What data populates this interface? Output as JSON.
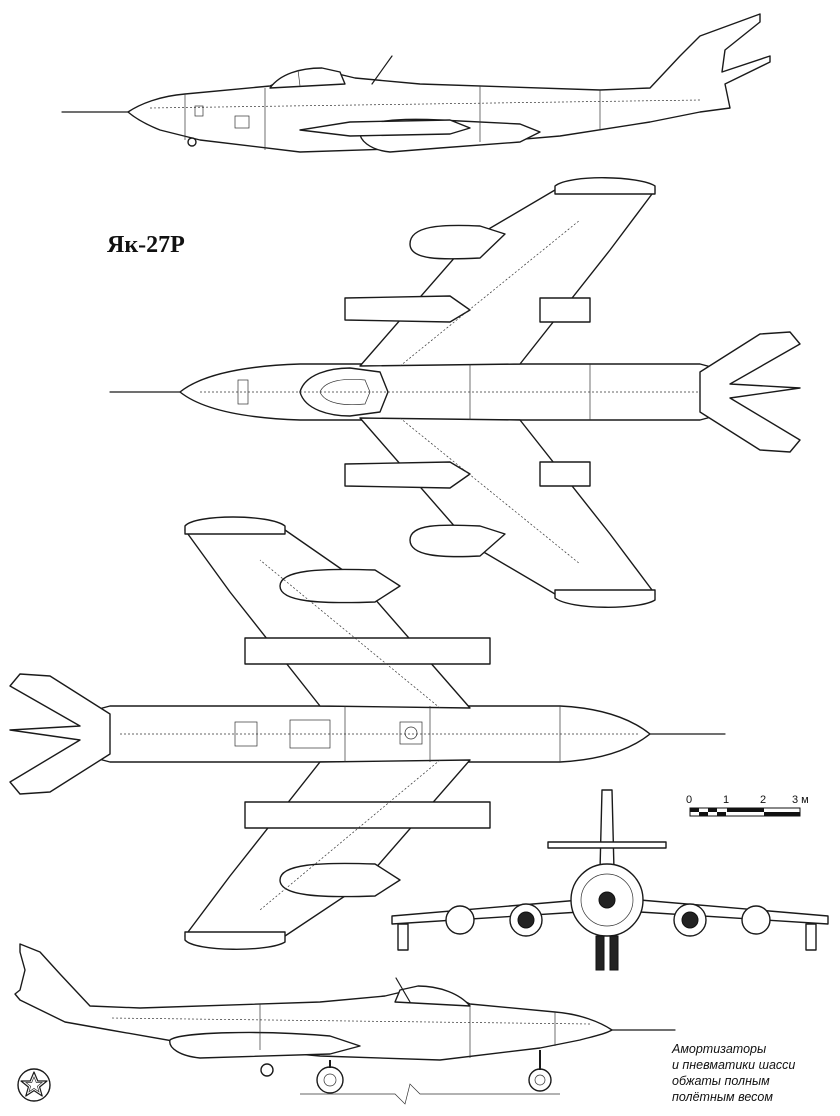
{
  "title": "Як-27Р",
  "scale_bar": {
    "labels": [
      "0",
      "1",
      "2",
      "3 м"
    ]
  },
  "note": {
    "lines": [
      "Амортизаторы",
      "и пневматики шасси",
      "обжаты полным",
      "полётным весом"
    ]
  },
  "emblem": "star-emblem"
}
